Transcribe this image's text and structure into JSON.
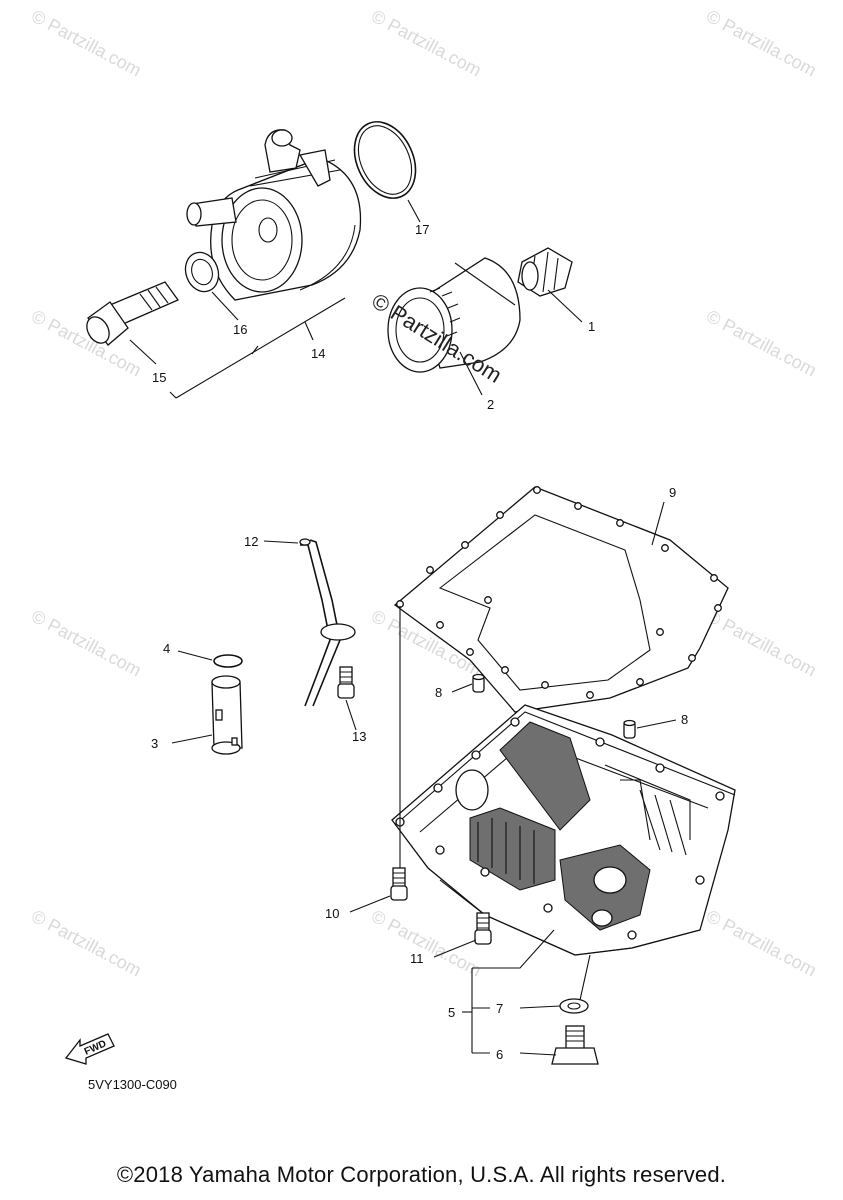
{
  "watermark": {
    "text": "© Partzilla.com",
    "center_text": "© Partzilla.com"
  },
  "callouts": {
    "c1": "1",
    "c2": "2",
    "c3": "3",
    "c4": "4",
    "c5": "5",
    "c6": "6",
    "c7": "7",
    "c8a": "8",
    "c8b": "8",
    "c9": "9",
    "c10": "10",
    "c11": "11",
    "c12": "12",
    "c13": "13",
    "c14": "14",
    "c15": "15",
    "c16": "16",
    "c17": "17"
  },
  "fwd_label": "FWD",
  "diagram_code": "5VY1300-C090",
  "copyright": "©2018 Yamaha Motor Corporation, U.S.A. All rights reserved."
}
